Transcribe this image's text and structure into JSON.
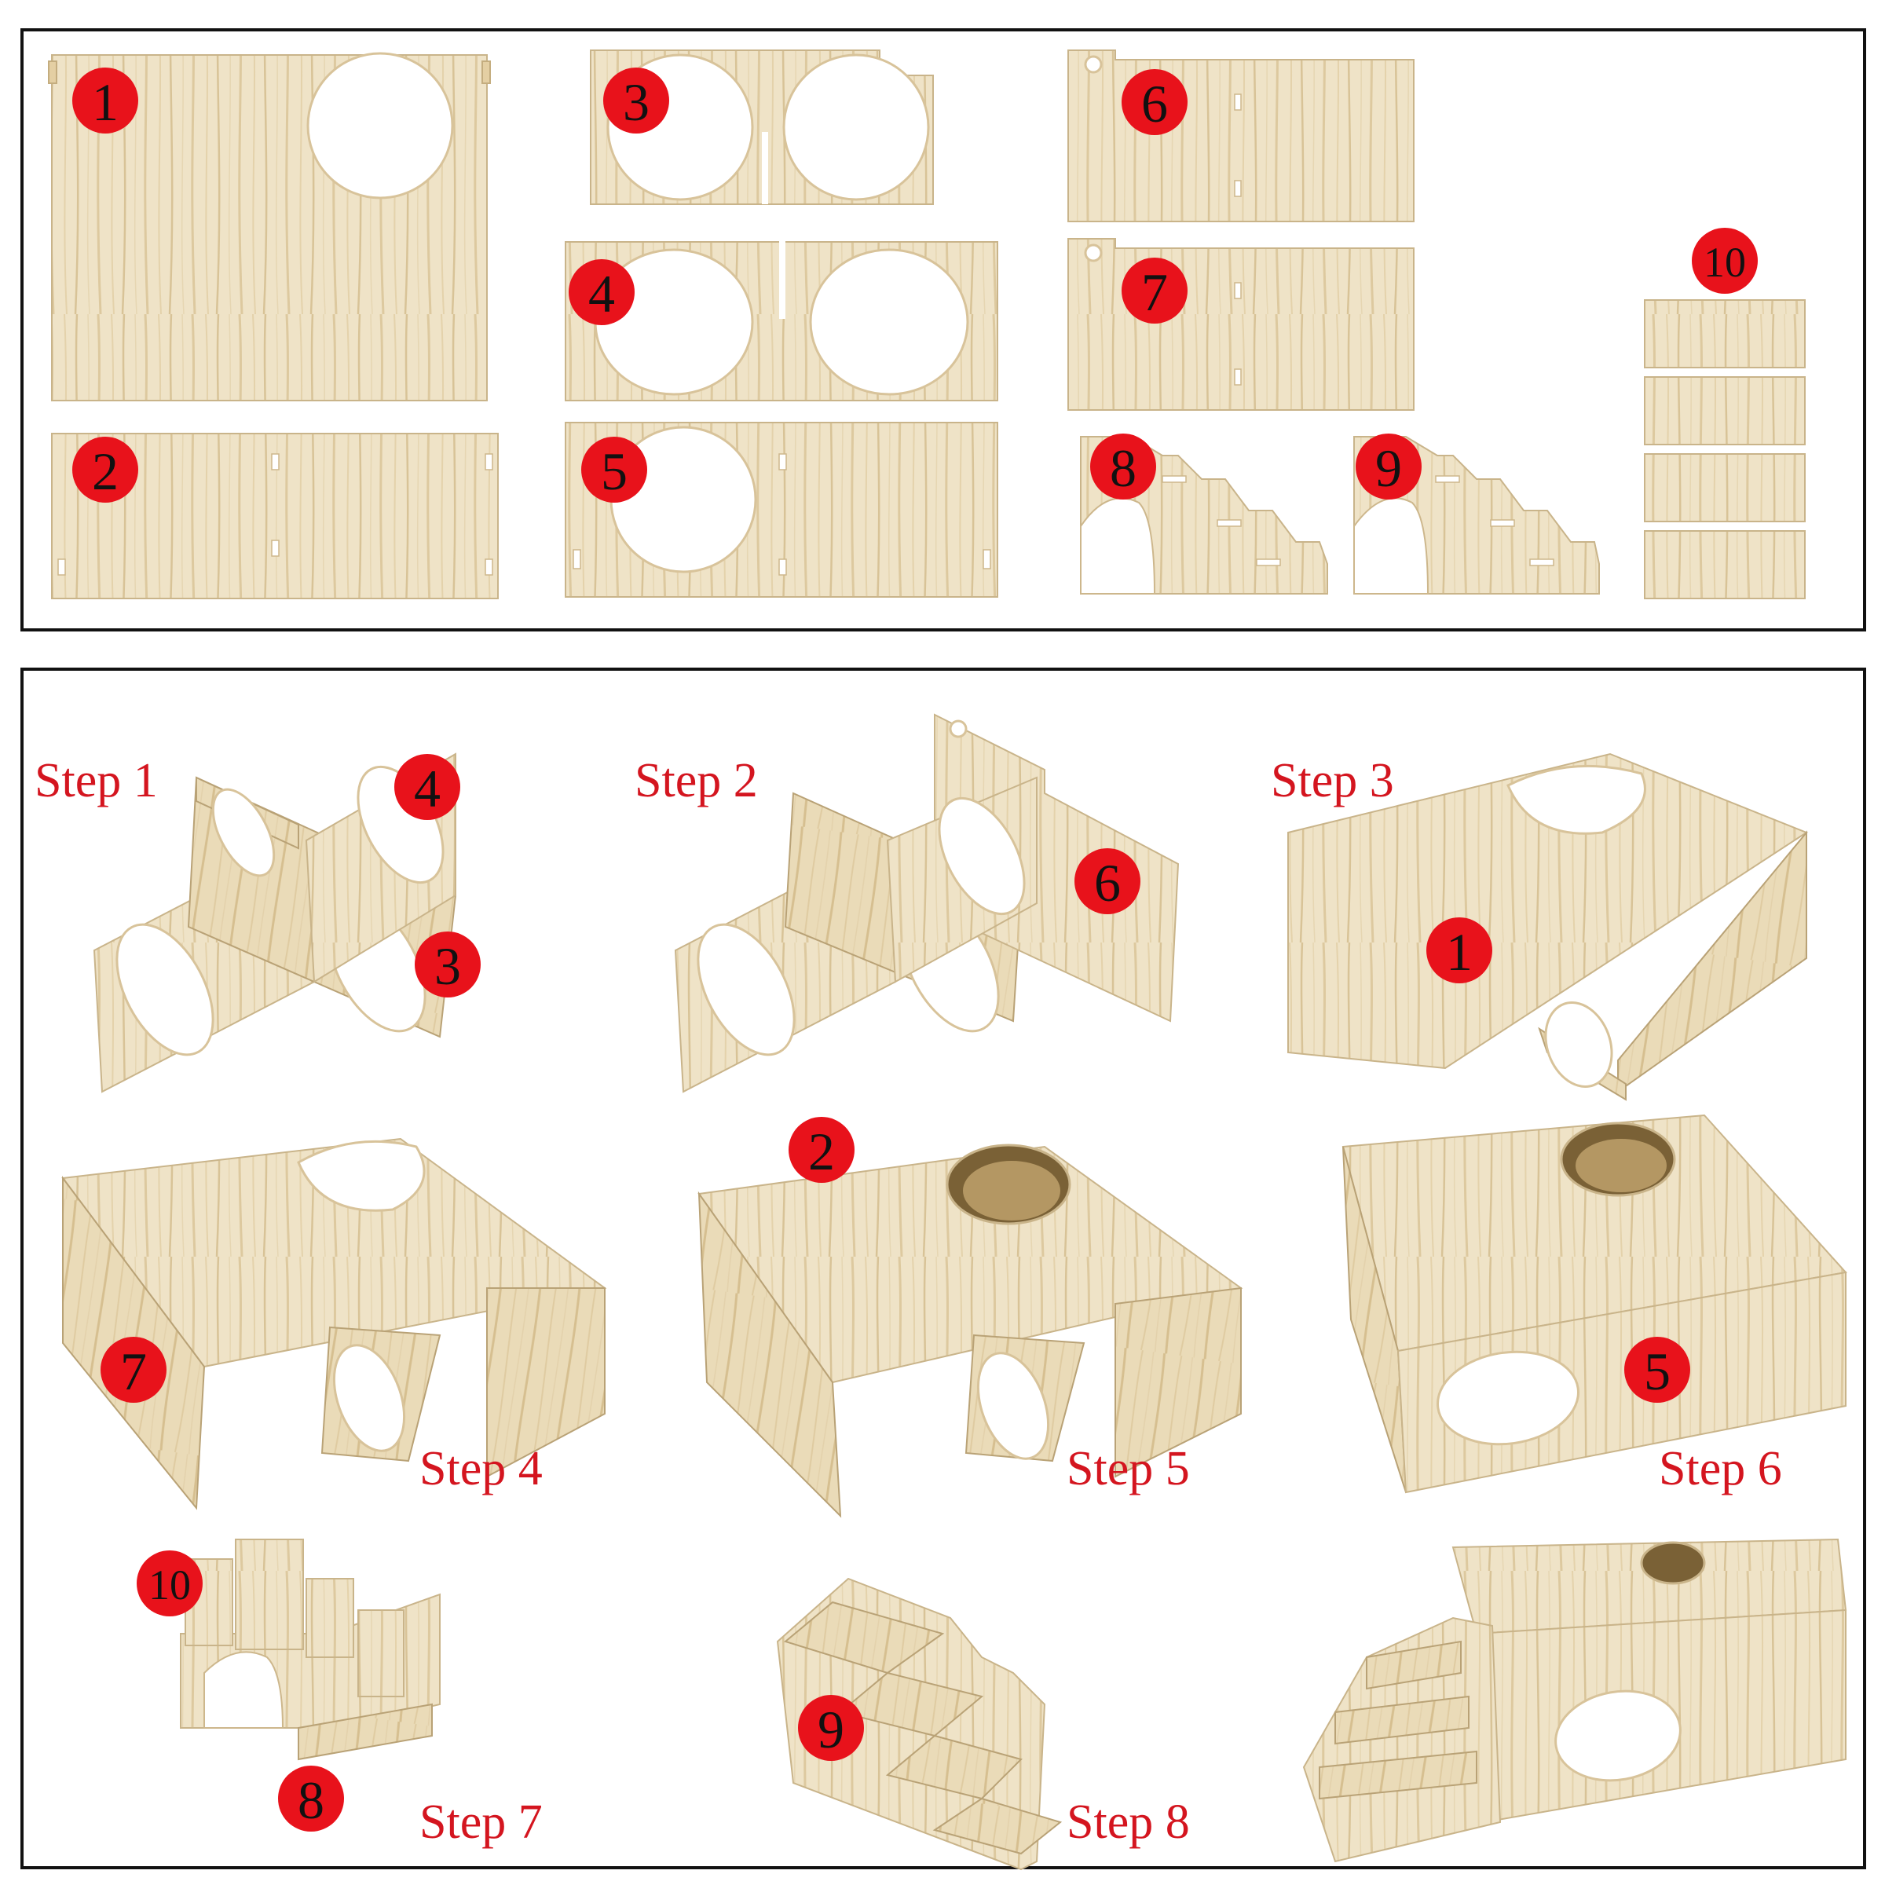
{
  "parts_panel": {
    "parts": [
      {
        "label": "1"
      },
      {
        "label": "2"
      },
      {
        "label": "3"
      },
      {
        "label": "4"
      },
      {
        "label": "5"
      },
      {
        "label": "6"
      },
      {
        "label": "7"
      },
      {
        "label": "8"
      },
      {
        "label": "9"
      },
      {
        "label": "10"
      }
    ]
  },
  "steps_panel": {
    "steps": [
      {
        "label": "Step 1",
        "parts": [
          "4",
          "3"
        ]
      },
      {
        "label": "Step 2",
        "parts": [
          "6"
        ]
      },
      {
        "label": "Step 3",
        "parts": [
          "1"
        ]
      },
      {
        "label": "Step 4",
        "parts": [
          "7"
        ]
      },
      {
        "label": "Step 5",
        "parts": [
          "2"
        ]
      },
      {
        "label": "Step 6",
        "parts": [
          "5"
        ]
      },
      {
        "label": "Step 7",
        "parts": [
          "10",
          "8"
        ]
      },
      {
        "label": "Step 8",
        "parts": [
          "9"
        ]
      },
      {
        "label": "",
        "parts": []
      }
    ]
  },
  "colors": {
    "badge": "#e8121b",
    "step_text": "#d4151f",
    "wood_light": "#efe3c7",
    "wood_grain": "#dcc79c",
    "frame": "#111111"
  }
}
